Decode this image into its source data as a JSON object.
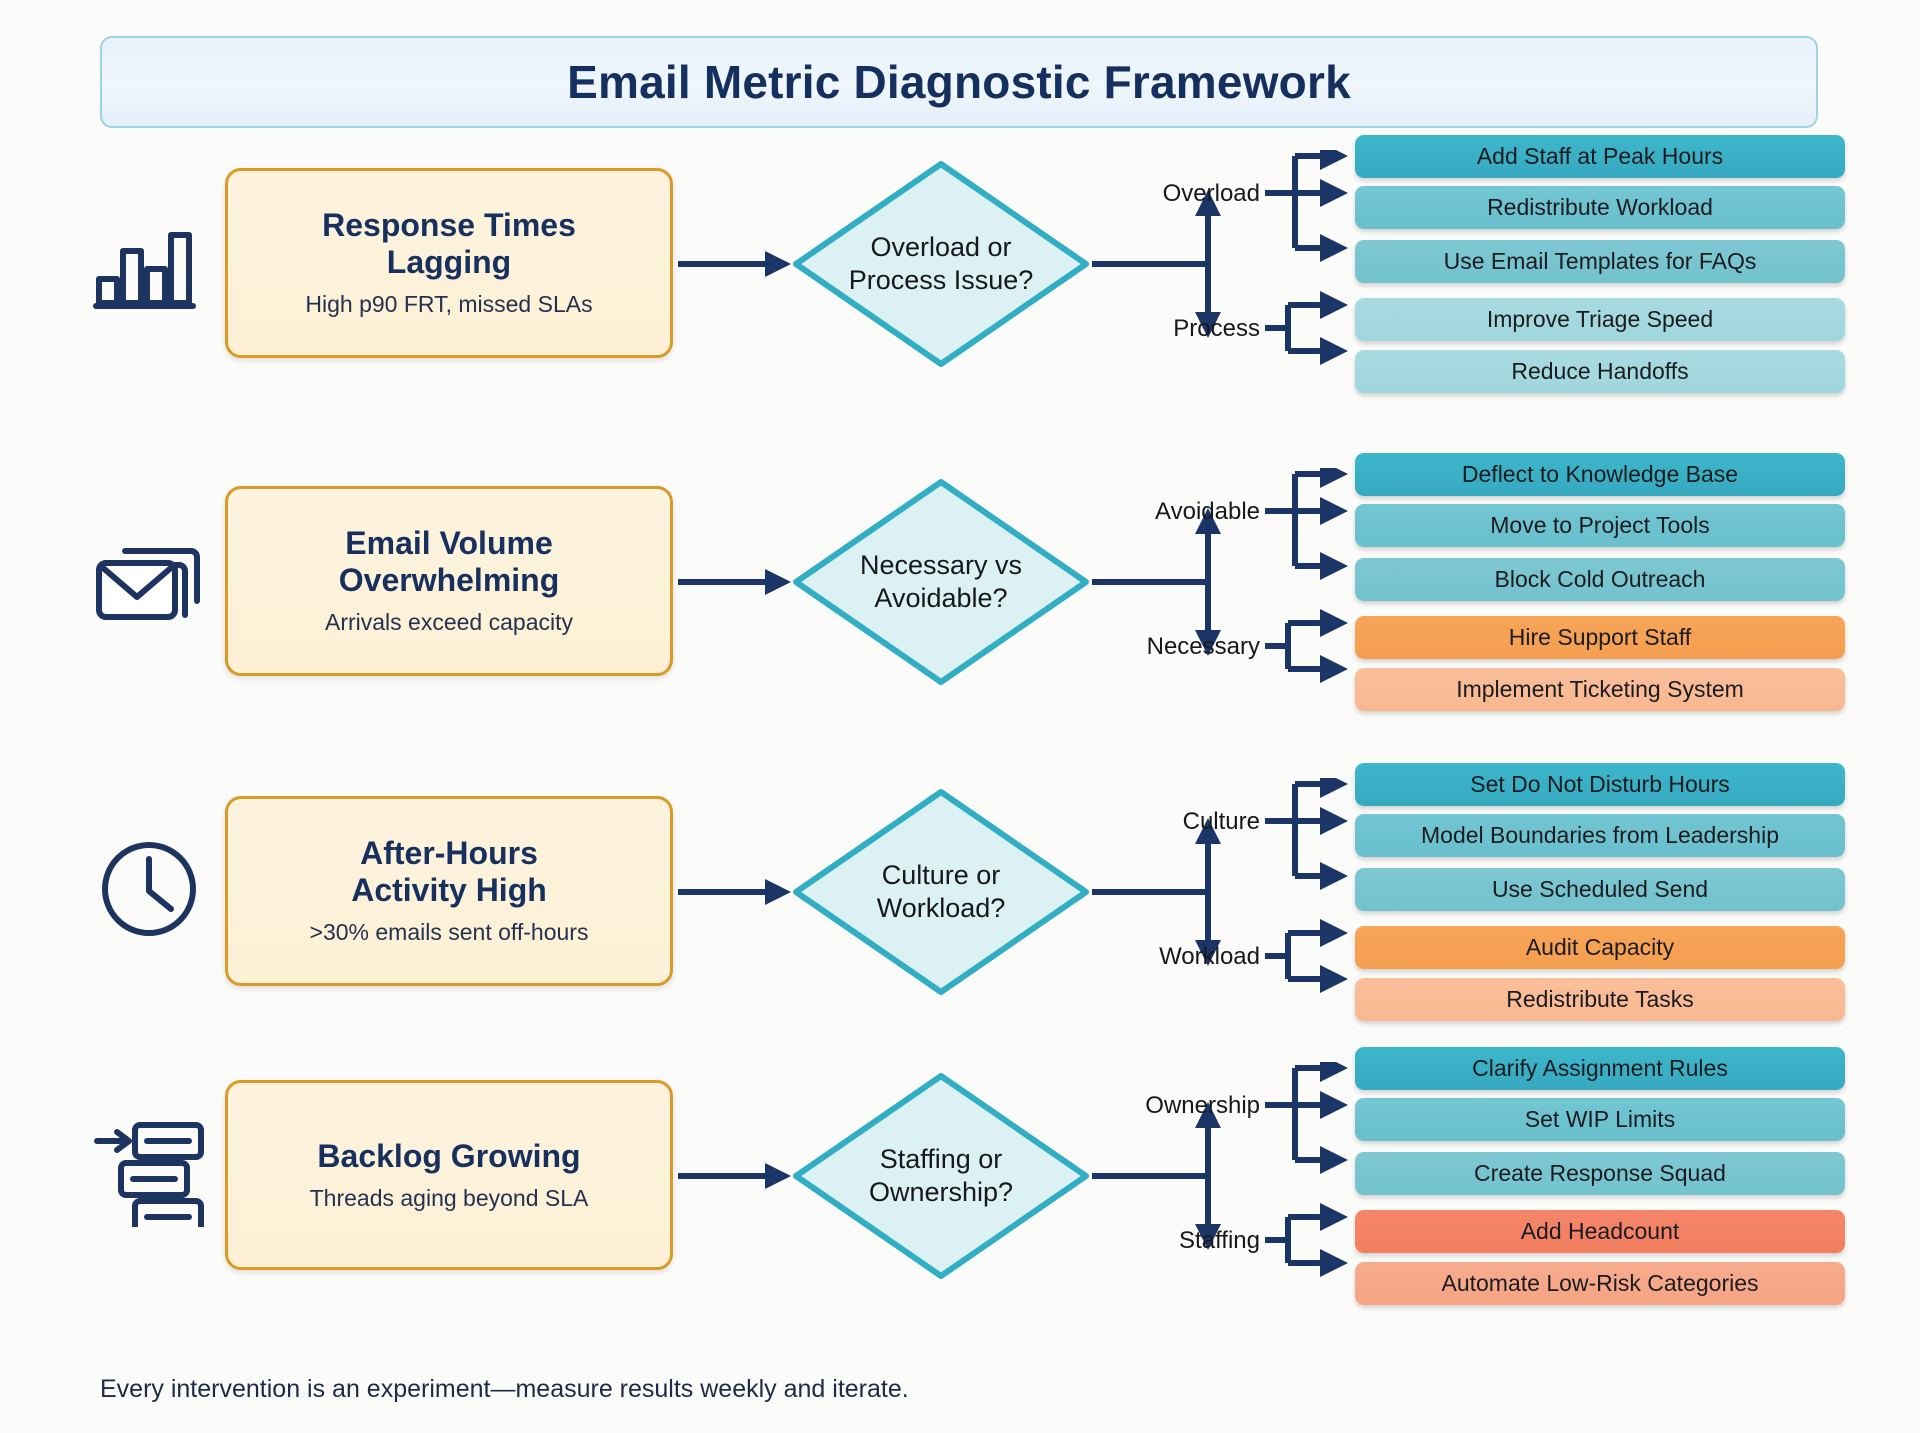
{
  "header": {
    "title": "Email Metric Diagnostic Framework"
  },
  "footer": {
    "note": "Every intervention is an experiment—measure results weekly and iterate."
  },
  "colors": {
    "card_fill": "#FDF3DE",
    "card_border": "#D99A27",
    "diamond_fill": "#DCF1F4",
    "diamond_border": "#31AEC4",
    "arrow": "#1B3566",
    "title_text": "#15305E",
    "teal_dark": "#3DB6CB",
    "teal_mid": "#73C6D2",
    "teal_light": "#A9DBE1",
    "orange": "#F7A559",
    "orange_light": "#FABF9C",
    "coral": "#F5866A",
    "coral_light": "#F7AB8E"
  },
  "rows": [
    {
      "icon": "bar-chart-icon",
      "problem": {
        "title": "Response Times\nLagging",
        "subtitle": "High p90 FRT, missed SLAs"
      },
      "decision": "Overload or\nProcess Issue?",
      "branches": [
        {
          "label": "Overload",
          "actions": [
            "Add Staff at Peak Hours",
            "Redistribute Workload",
            "Use Email Templates for FAQs"
          ],
          "shades": [
            "t1",
            "t2",
            "t3"
          ]
        },
        {
          "label": "Process",
          "actions": [
            "Improve Triage Speed",
            "Reduce Handoffs"
          ],
          "shades": [
            "t4",
            "t5"
          ]
        }
      ]
    },
    {
      "icon": "envelopes-icon",
      "problem": {
        "title": "Email Volume\nOverwhelming",
        "subtitle": "Arrivals exceed capacity"
      },
      "decision": "Necessary vs\nAvoidable?",
      "branches": [
        {
          "label": "Avoidable",
          "actions": [
            "Deflect to Knowledge Base",
            "Move to Project Tools",
            "Block Cold Outreach"
          ],
          "shades": [
            "t1",
            "t2",
            "t3"
          ]
        },
        {
          "label": "Necessary",
          "actions": [
            "Hire Support Staff",
            "Implement Ticketing System"
          ],
          "shades": [
            "o1",
            "o2"
          ]
        }
      ]
    },
    {
      "icon": "clock-icon",
      "problem": {
        "title": "After-Hours\nActivity High",
        "subtitle": ">30% emails sent off-hours"
      },
      "decision": "Culture or\nWorkload?",
      "branches": [
        {
          "label": "Culture",
          "actions": [
            "Set Do Not Disturb Hours",
            "Model Boundaries from Leadership",
            "Use Scheduled Send"
          ],
          "shades": [
            "t1",
            "t2",
            "t3"
          ]
        },
        {
          "label": "Workload",
          "actions": [
            "Audit Capacity",
            "Redistribute Tasks"
          ],
          "shades": [
            "o1",
            "o2"
          ]
        }
      ]
    },
    {
      "icon": "backlog-icon",
      "problem": {
        "title": "Backlog Growing",
        "subtitle": "Threads aging beyond SLA"
      },
      "decision": "Staffing or\nOwnership?",
      "branches": [
        {
          "label": "Ownership",
          "actions": [
            "Clarify Assignment Rules",
            "Set WIP Limits",
            "Create Response Squad"
          ],
          "shades": [
            "t1",
            "t2",
            "t3"
          ]
        },
        {
          "label": "Staffing",
          "actions": [
            "Add Headcount",
            "Automate Low-Risk Categories"
          ],
          "shades": [
            "c1",
            "c2"
          ]
        }
      ]
    }
  ]
}
